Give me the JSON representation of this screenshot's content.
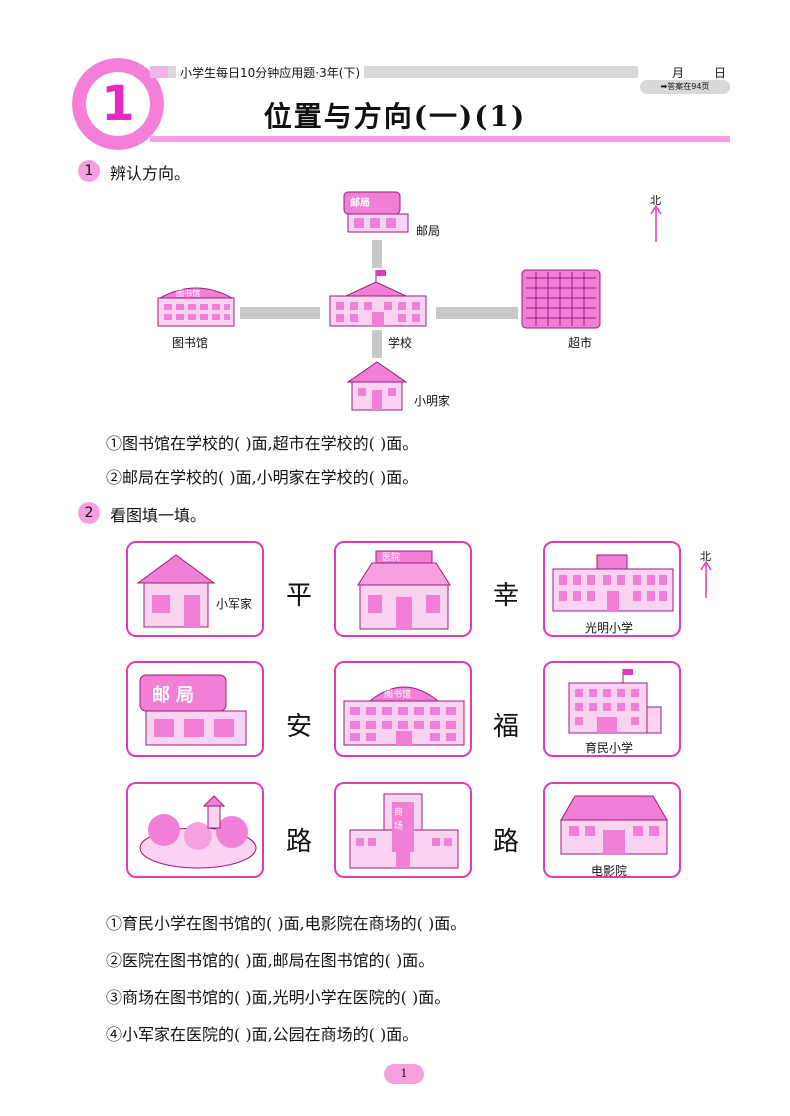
{
  "header": {
    "badge_number": "1",
    "series_title": "小学生每日10分钟应用题·3年(下)",
    "month": "月",
    "day": "日",
    "answer_ref": "➡答案在94页",
    "title": "位置与方向(一)(1)"
  },
  "section1": {
    "num": "1",
    "prompt": "辨认方向。",
    "north_label": "北",
    "labels": {
      "post_office": "邮局",
      "post_sign": "邮局",
      "library": "图书馆",
      "library_sign": "图书馆",
      "school": "学校",
      "supermarket": "超市",
      "xiaoming_home": "小明家"
    },
    "questions": [
      "①图书馆在学校的(   )面,超市在学校的(   )面。",
      "②邮局在学校的(   )面,小明家在学校的(   )面。"
    ]
  },
  "section2": {
    "num": "2",
    "prompt": "看图填一填。",
    "north_label": "北",
    "road_chars": [
      "平",
      "幸",
      "安",
      "福",
      "路",
      "路"
    ],
    "labels": {
      "xiaojun_home": "小军家",
      "hospital_sign": "医院",
      "guangming": "光明小学",
      "post_sign": "邮局",
      "library_sign": "图书馆",
      "yumin": "育民小学",
      "mall_sign": "商场",
      "cinema": "电影院"
    },
    "questions": [
      "①育民小学在图书馆的(   )面,电影院在商场的(   )面。",
      "②医院在图书馆的(   )面,邮局在图书馆的(   )面。",
      "③商场在图书馆的(   )面,光明小学在医院的(   )面。",
      "④小军家在医院的(   )面,公园在商场的(   )面。"
    ]
  },
  "footer": {
    "page": "1"
  },
  "colors": {
    "accent": "#e23ab4",
    "pink_light": "#f7a0e0",
    "road": "#c8c8c8"
  }
}
